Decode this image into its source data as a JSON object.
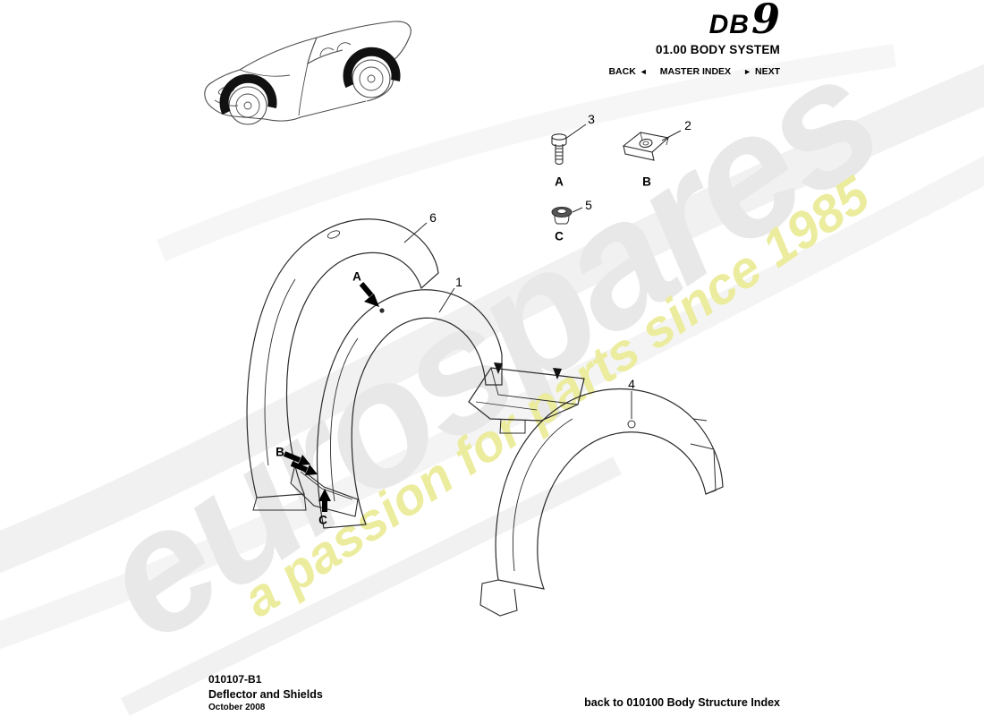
{
  "header": {
    "logo_db": "DB",
    "logo_9": "9",
    "system_title": "01.00 BODY SYSTEM",
    "nav": {
      "back_label": "BACK",
      "back_arrow": "◄",
      "index_label": "MASTER INDEX",
      "next_arrow": "►",
      "next_label": "NEXT"
    }
  },
  "watermark": {
    "brand": "eurospares",
    "tagline": "a passion for parts since 1985",
    "brand_color": "#e8e8e8",
    "tagline_color": "#ecec9e"
  },
  "diagram": {
    "description": "Deflector and Shields exploded parts diagram with wheel arch liners",
    "callouts": [
      {
        "id": "item-3",
        "label": "3"
      },
      {
        "id": "fastener-a-key",
        "label": "A"
      },
      {
        "id": "item-2",
        "label": "2"
      },
      {
        "id": "fastener-b-key",
        "label": "B"
      },
      {
        "id": "item-5",
        "label": "5"
      },
      {
        "id": "fastener-c-key",
        "label": "C"
      },
      {
        "id": "item-6",
        "label": "6"
      },
      {
        "id": "item-1",
        "label": "1"
      },
      {
        "id": "fastener-a-loc",
        "label": "A"
      },
      {
        "id": "fastener-b-loc",
        "label": "B"
      },
      {
        "id": "fastener-c-loc",
        "label": "C"
      },
      {
        "id": "item-4",
        "label": "4"
      }
    ]
  },
  "footer": {
    "doc_number": "010107-B1",
    "doc_title": "Deflector and Shields",
    "doc_date": "October 2008",
    "back_link": "back to 010100 Body Structure Index"
  }
}
